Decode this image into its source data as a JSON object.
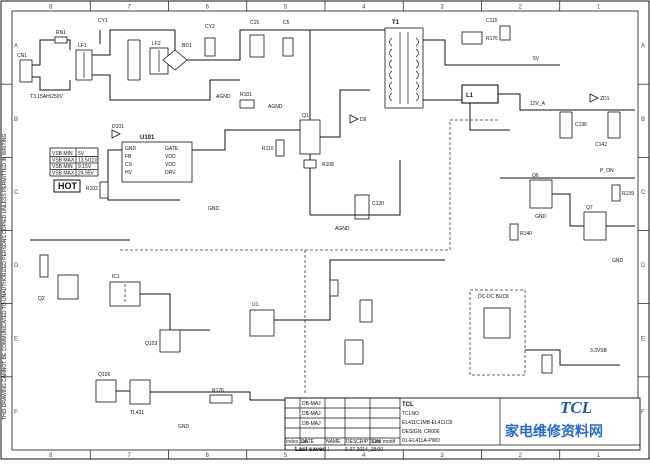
{
  "zones": {
    "top": [
      "8",
      "7",
      "6",
      "5",
      "4",
      "3",
      "2",
      "1"
    ],
    "bottom": [
      "8",
      "7",
      "6",
      "5",
      "4",
      "3",
      "2",
      "1"
    ],
    "left": [
      "A",
      "B",
      "C",
      "D",
      "E",
      "F"
    ],
    "right": [
      "A",
      "B",
      "C",
      "D",
      "E",
      "F"
    ]
  },
  "side_notice": "THIS DRAWING CANNOT BE COMMUNICATED TO UNAUTHORIZED PERSONS COPIED UNLESS PERMITTED IN WRITING",
  "hot_label": "HOT",
  "component_labels": {
    "cn1": "CN1",
    "fuse": "T3.15AH/250V",
    "rn1": "RN1",
    "lf1": "LF1",
    "lf2": "LF2",
    "bd1": "BD1",
    "cy1": "CY1",
    "cy2": "CY2",
    "c15": "C15",
    "c5": "C5",
    "c115": "C115",
    "u101": "U101",
    "t1": "T1",
    "q1": "Q1",
    "q2": "Q2",
    "q6": "Q6",
    "q7": "Q7",
    "ic1": "IC1",
    "d101": "D101",
    "d9": "D9",
    "zd1": "ZD1",
    "r101": "R101",
    "r102": "R102",
    "r108": "R108",
    "r110": "R110",
    "r126": "R126",
    "r139": "R139",
    "r140": "R140",
    "r176": "R176",
    "c120": "C120",
    "c136": "C136",
    "c142": "C142",
    "tl431": "TL431",
    "q103": "Q103",
    "q106": "Q106",
    "u1": "U1",
    "l1": "L1"
  },
  "net_labels": {
    "agnd1": "AGND",
    "agnd2": "AGND",
    "agnd3": "AGND",
    "gnd1": "GND",
    "gnd2": "GND",
    "gnd3": "GND",
    "gnd4": "GND",
    "v12": "12V_A",
    "pon": "P_ON",
    "v33": "3.3VSB",
    "v5": "5V"
  },
  "ic_pins_left": [
    "GND",
    "FB",
    "CS",
    "HV"
  ],
  "ic_pins_right": [
    "GATE",
    "VDD",
    "VDD",
    "DRV"
  ],
  "voltage_table": [
    [
      "VSB MIN",
      "5V"
    ],
    [
      "VSB MAX",
      "13.5/11V"
    ],
    [
      "VSB MIN",
      "9.15V"
    ],
    [
      "VSB MAX",
      "24.95V"
    ]
  ],
  "dcdc_box_label": "DC-DC BUCK",
  "brand": {
    "logo": "TCL",
    "site": "家电维修资料网"
  },
  "title_block": {
    "rev_rows": [
      {
        "index": "",
        "code": "DB-MAJ",
        "desc": ""
      },
      {
        "index": "",
        "code": "DB-MAJ",
        "desc": ""
      },
      {
        "index": "",
        "code": "DB-MAJ",
        "desc": ""
      }
    ],
    "header": [
      "Index Lab",
      "DATE",
      "NAME",
      "DESCRIPTION",
      "Last modif"
    ],
    "company_short": "TCL",
    "company": "TCLNO",
    "model": "EL411C1MB-EL411C8",
    "design": "DESIGN: CR006",
    "drawing_no": "01-EL411A-PWD",
    "last_saved_label": "Last saved :",
    "last_saved_value": "6-07-2014_18:00"
  }
}
